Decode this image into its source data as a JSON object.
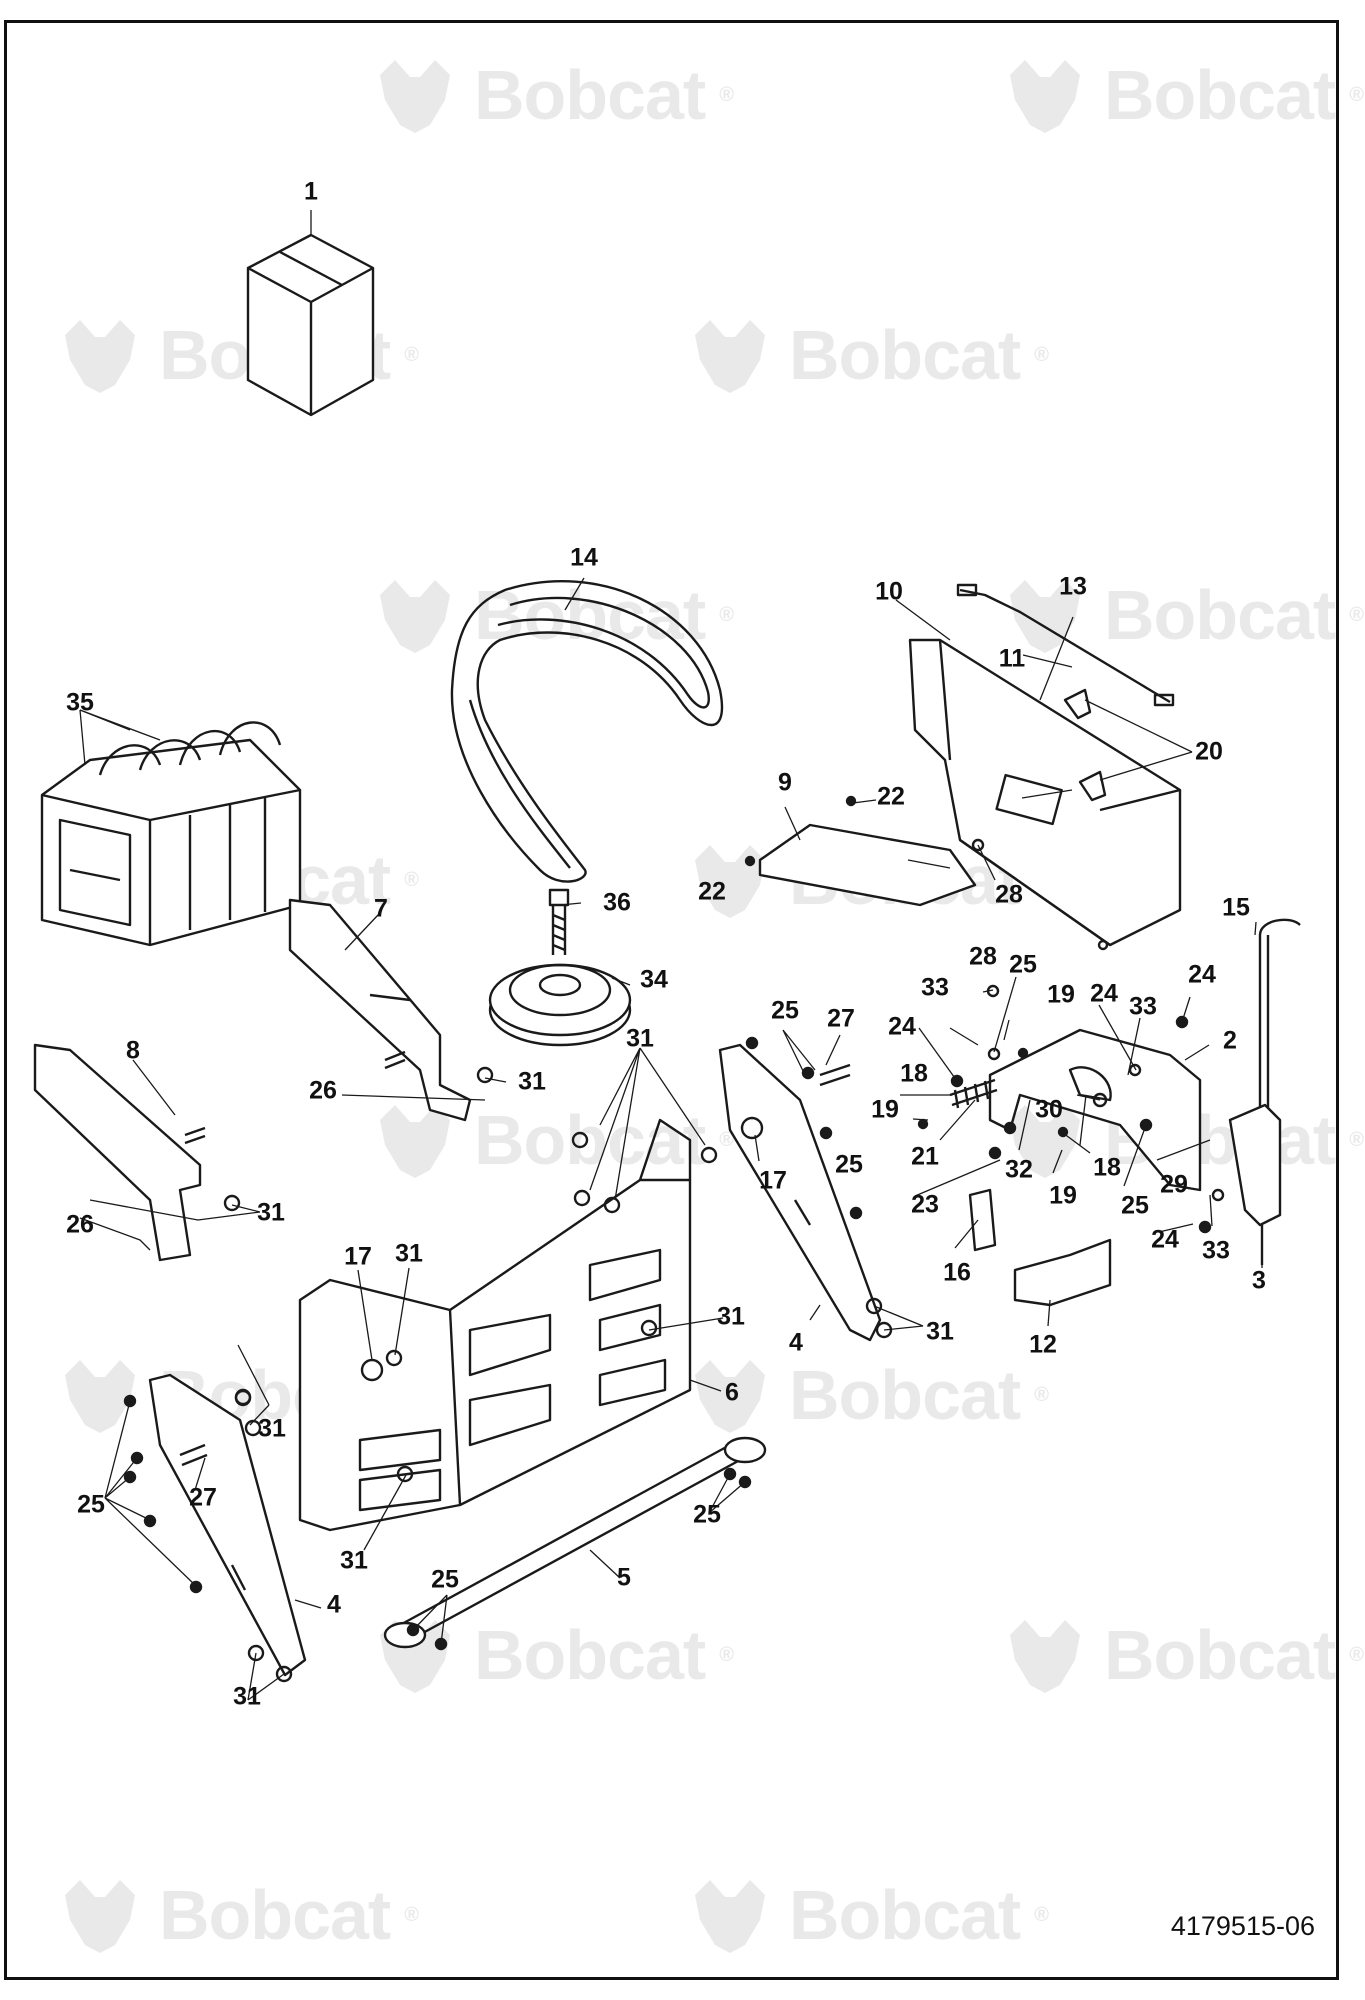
{
  "watermark": {
    "text": "Bobcat",
    "mark": "®"
  },
  "document_number": "4179515-06",
  "callouts": [
    {
      "id": "c1",
      "text": "1"
    },
    {
      "id": "c14",
      "text": "14"
    },
    {
      "id": "c10",
      "text": "10"
    },
    {
      "id": "c13",
      "text": "13"
    },
    {
      "id": "c11",
      "text": "11"
    },
    {
      "id": "c20",
      "text": "20"
    },
    {
      "id": "c35",
      "text": "35"
    },
    {
      "id": "c9",
      "text": "9"
    },
    {
      "id": "c22a",
      "text": "22"
    },
    {
      "id": "c22b",
      "text": "22"
    },
    {
      "id": "c28a",
      "text": "28"
    },
    {
      "id": "c36",
      "text": "36"
    },
    {
      "id": "c7",
      "text": "7"
    },
    {
      "id": "c34",
      "text": "34"
    },
    {
      "id": "c15",
      "text": "15"
    },
    {
      "id": "c28b",
      "text": "28"
    },
    {
      "id": "c25a",
      "text": "25"
    },
    {
      "id": "c33a",
      "text": "33"
    },
    {
      "id": "c19a",
      "text": "19"
    },
    {
      "id": "c24a",
      "text": "24"
    },
    {
      "id": "c24b",
      "text": "24"
    },
    {
      "id": "c33b",
      "text": "33"
    },
    {
      "id": "c24c",
      "text": "24"
    },
    {
      "id": "c2",
      "text": "2"
    },
    {
      "id": "c25b",
      "text": "25"
    },
    {
      "id": "c27a",
      "text": "27"
    },
    {
      "id": "c31a",
      "text": "31"
    },
    {
      "id": "c8",
      "text": "8"
    },
    {
      "id": "c31b",
      "text": "31"
    },
    {
      "id": "c26a",
      "text": "26"
    },
    {
      "id": "c18a",
      "text": "18"
    },
    {
      "id": "c19b",
      "text": "19"
    },
    {
      "id": "c30",
      "text": "30"
    },
    {
      "id": "c21",
      "text": "21"
    },
    {
      "id": "c32",
      "text": "32"
    },
    {
      "id": "c18b",
      "text": "18"
    },
    {
      "id": "c29",
      "text": "29"
    },
    {
      "id": "c17a",
      "text": "17"
    },
    {
      "id": "c25c",
      "text": "25"
    },
    {
      "id": "c19c",
      "text": "19"
    },
    {
      "id": "c25d",
      "text": "25"
    },
    {
      "id": "c23",
      "text": "23"
    },
    {
      "id": "c31c",
      "text": "31"
    },
    {
      "id": "c26b",
      "text": "26"
    },
    {
      "id": "c24d",
      "text": "24"
    },
    {
      "id": "c33c",
      "text": "33"
    },
    {
      "id": "c3",
      "text": "3"
    },
    {
      "id": "c16",
      "text": "16"
    },
    {
      "id": "c17b",
      "text": "17"
    },
    {
      "id": "c31d",
      "text": "31"
    },
    {
      "id": "c12",
      "text": "12"
    },
    {
      "id": "c31e",
      "text": "31"
    },
    {
      "id": "c4a",
      "text": "4"
    },
    {
      "id": "c31f",
      "text": "31"
    },
    {
      "id": "c6",
      "text": "6"
    },
    {
      "id": "c31g",
      "text": "31"
    },
    {
      "id": "c25e",
      "text": "25"
    },
    {
      "id": "c27b",
      "text": "27"
    },
    {
      "id": "c31h",
      "text": "31"
    },
    {
      "id": "c25f",
      "text": "25"
    },
    {
      "id": "c25g",
      "text": "25"
    },
    {
      "id": "c5",
      "text": "5"
    },
    {
      "id": "c4b",
      "text": "4"
    },
    {
      "id": "c31i",
      "text": "31"
    }
  ]
}
